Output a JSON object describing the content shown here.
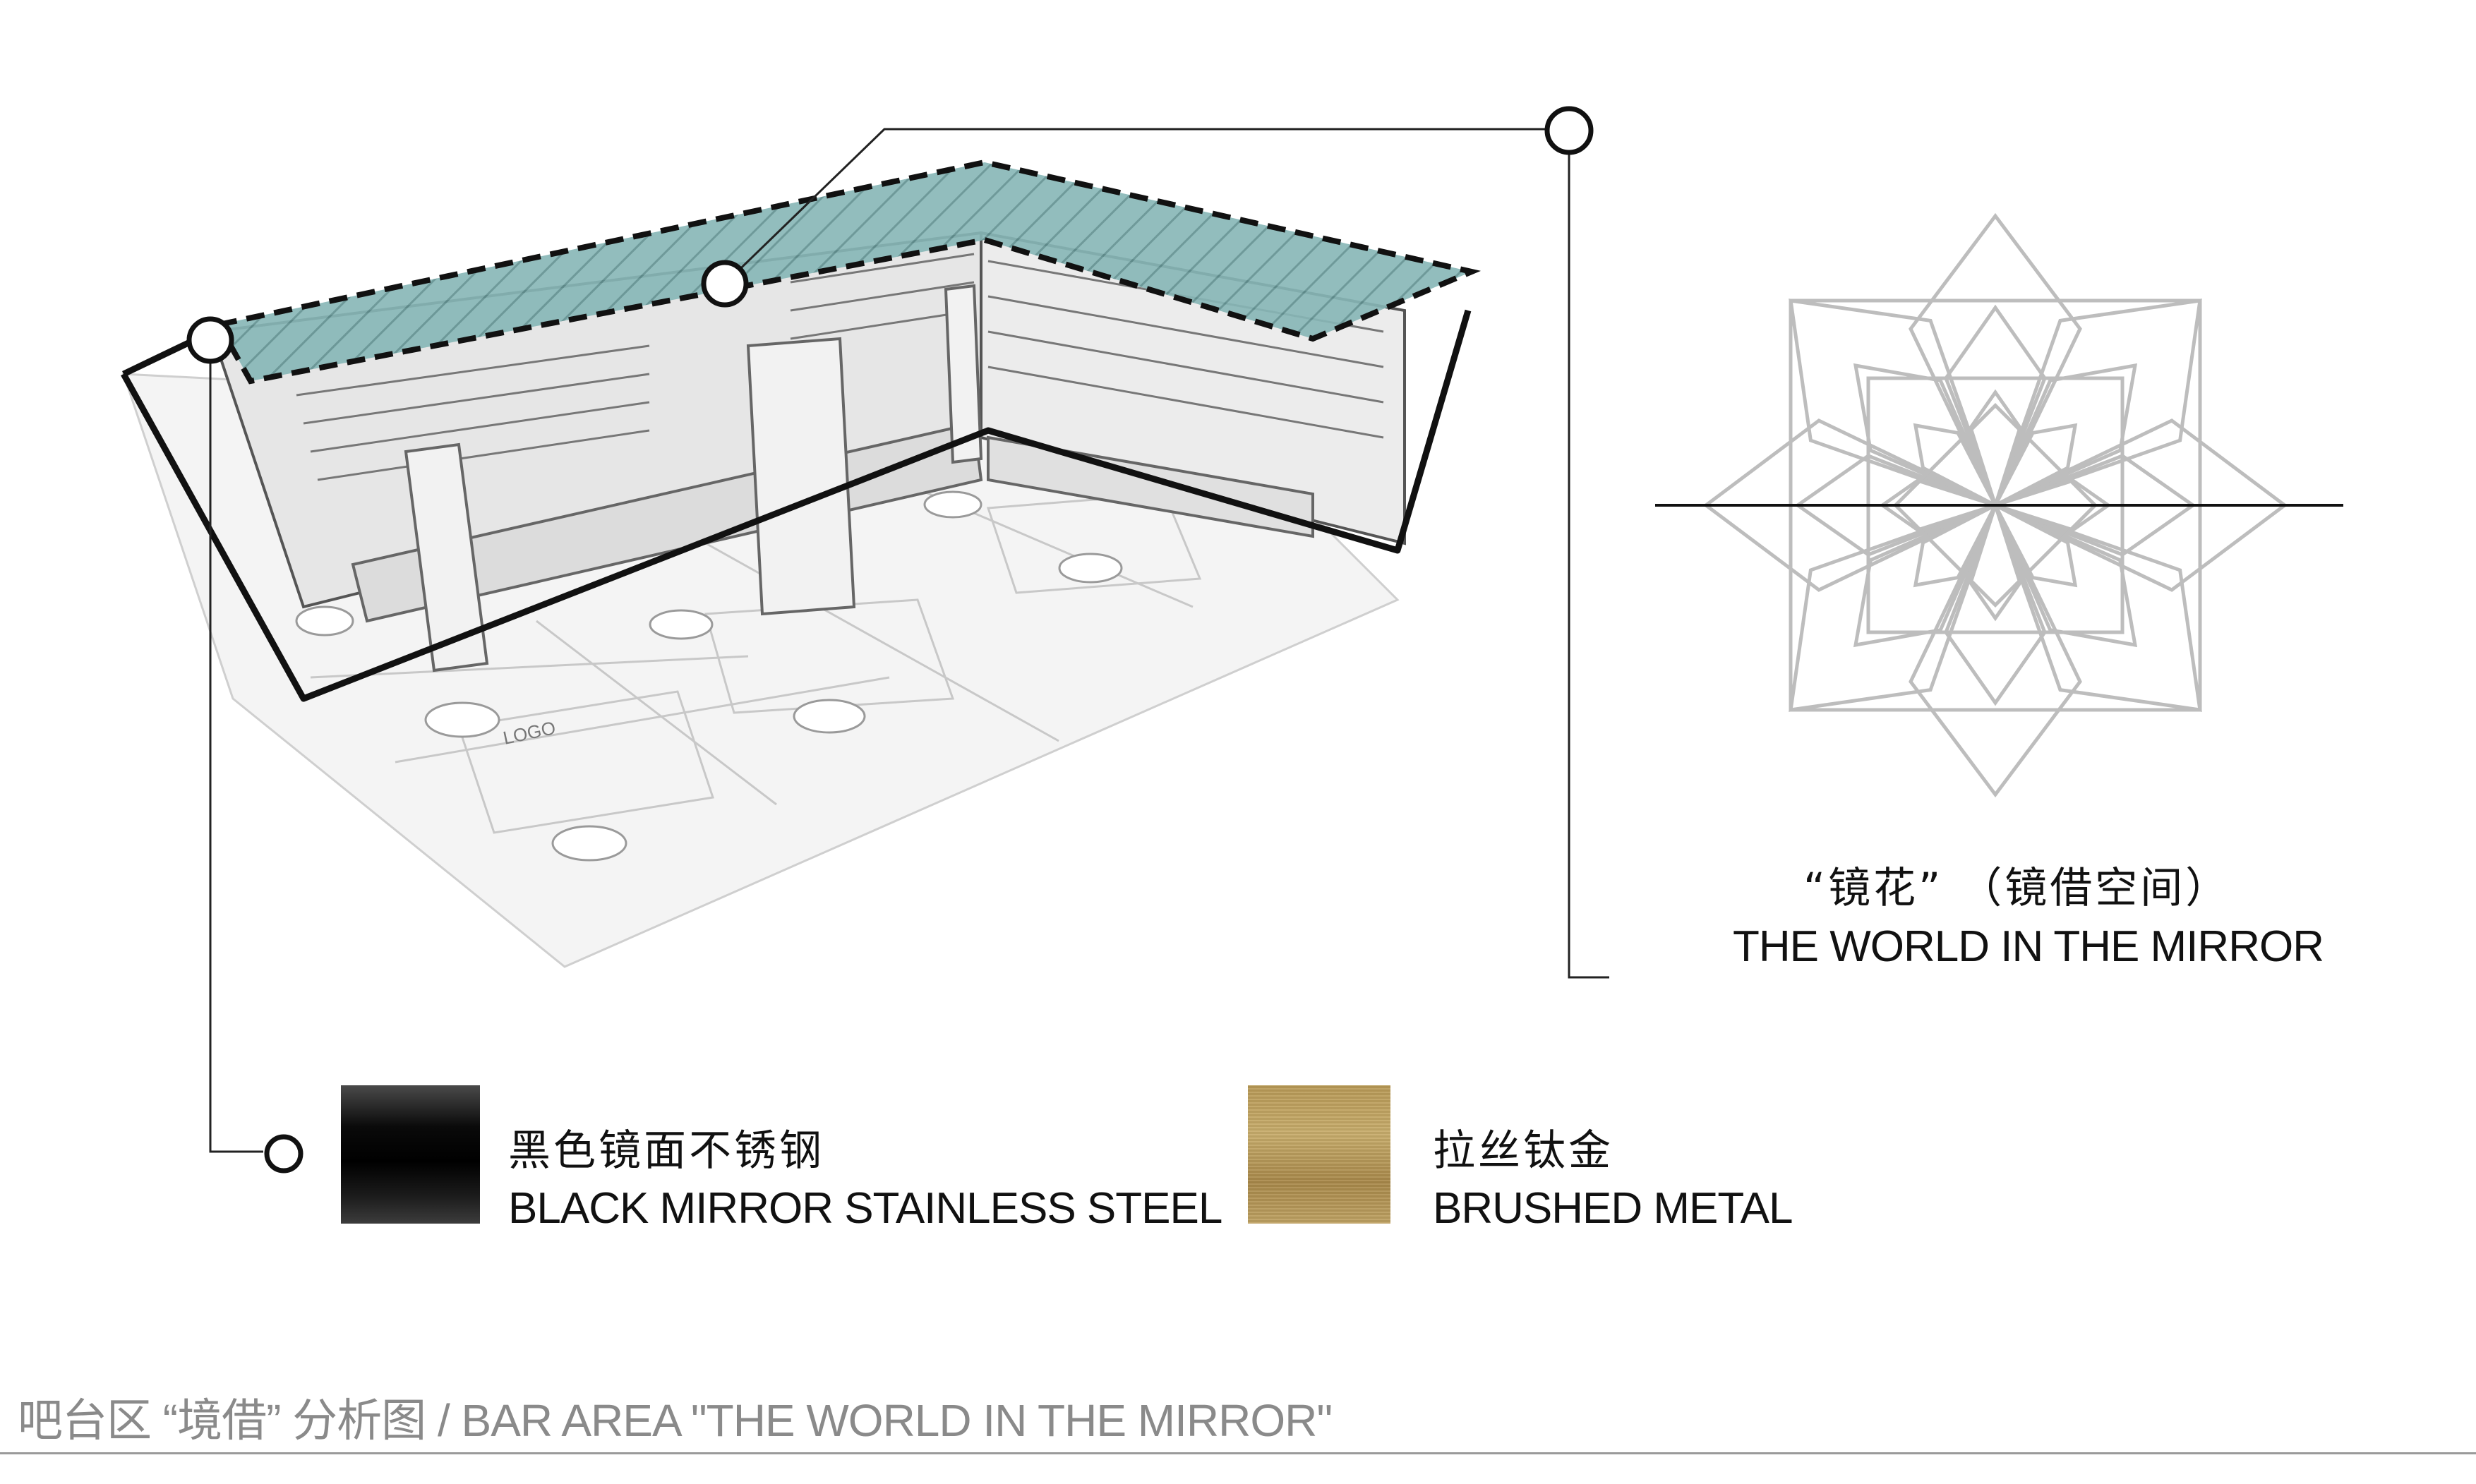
{
  "concept": {
    "title_cn": "“镜花” （镜借空间）",
    "title_en": "THE WORLD IN THE MIRROR"
  },
  "materials": [
    {
      "name_cn": "黑色镜面不锈钢",
      "name_en": "BLACK MIRROR STAINLESS STEEL",
      "color": "#000000"
    },
    {
      "name_cn": "拉丝钛金",
      "name_en": "BRUSHED METAL",
      "color": "#b99a57"
    }
  ],
  "plan_labels": {
    "logo": "LOGO"
  },
  "caption": "吧台区 “境借” 分析图 / BAR AREA \"THE WORLD IN THE MIRROR\"",
  "colors": {
    "glass": "#86b6b6",
    "line": "#111111",
    "caption": "#8a8a8a"
  }
}
